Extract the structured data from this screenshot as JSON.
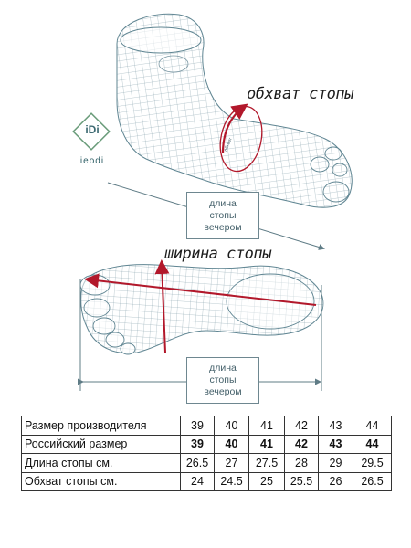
{
  "labels": {
    "foot_girth": "обхват стопы",
    "foot_width": "ширина стопы",
    "foot_length_top": [
      "длина",
      "стопы",
      "вечером"
    ],
    "foot_length_bottom": [
      "длина",
      "стопы",
      "вечером"
    ],
    "girth_small": "обхват"
  },
  "logo": {
    "mark": "iDi",
    "wordmark": "ieodi"
  },
  "colors": {
    "accent": "#b2182b",
    "mesh": "#6a8b98",
    "dimension": "#5f7c86",
    "sole": "#aebfc7"
  },
  "size_table": {
    "rows": [
      {
        "label": "Размер производителя",
        "values": [
          "39",
          "40",
          "41",
          "42",
          "43",
          "44"
        ],
        "bold": false
      },
      {
        "label": "Российский размер",
        "values": [
          "39",
          "40",
          "41",
          "42",
          "43",
          "44"
        ],
        "bold": true
      },
      {
        "label": "Длина стопы см.",
        "values": [
          "26.5",
          "27",
          "27.5",
          "28",
          "29",
          "29.5"
        ],
        "bold": false
      },
      {
        "label": "Обхват стопы см.",
        "values": [
          "24",
          "24.5",
          "25",
          "25.5",
          "26",
          "26.5"
        ],
        "bold": false
      }
    ]
  }
}
